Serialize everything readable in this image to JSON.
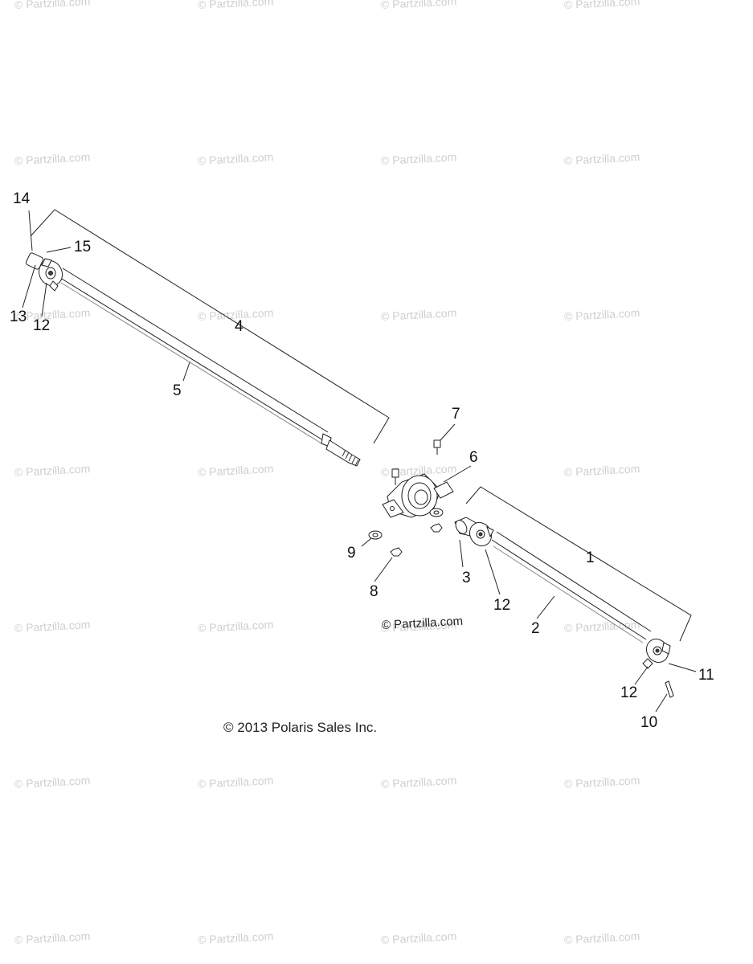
{
  "watermark": "© Partzilla.com",
  "center_watermark": "© Partzilla.com",
  "copyright": "© 2013 Polaris Sales Inc.",
  "callouts": {
    "c1": "1",
    "c2": "2",
    "c3": "3",
    "c4": "4",
    "c5": "5",
    "c6": "6",
    "c7": "7",
    "c8": "8",
    "c9": "9",
    "c10": "10",
    "c11": "11",
    "c12a": "12",
    "c12b": "12",
    "c12c": "12",
    "c13": "13",
    "c14": "14",
    "c15": "15"
  }
}
